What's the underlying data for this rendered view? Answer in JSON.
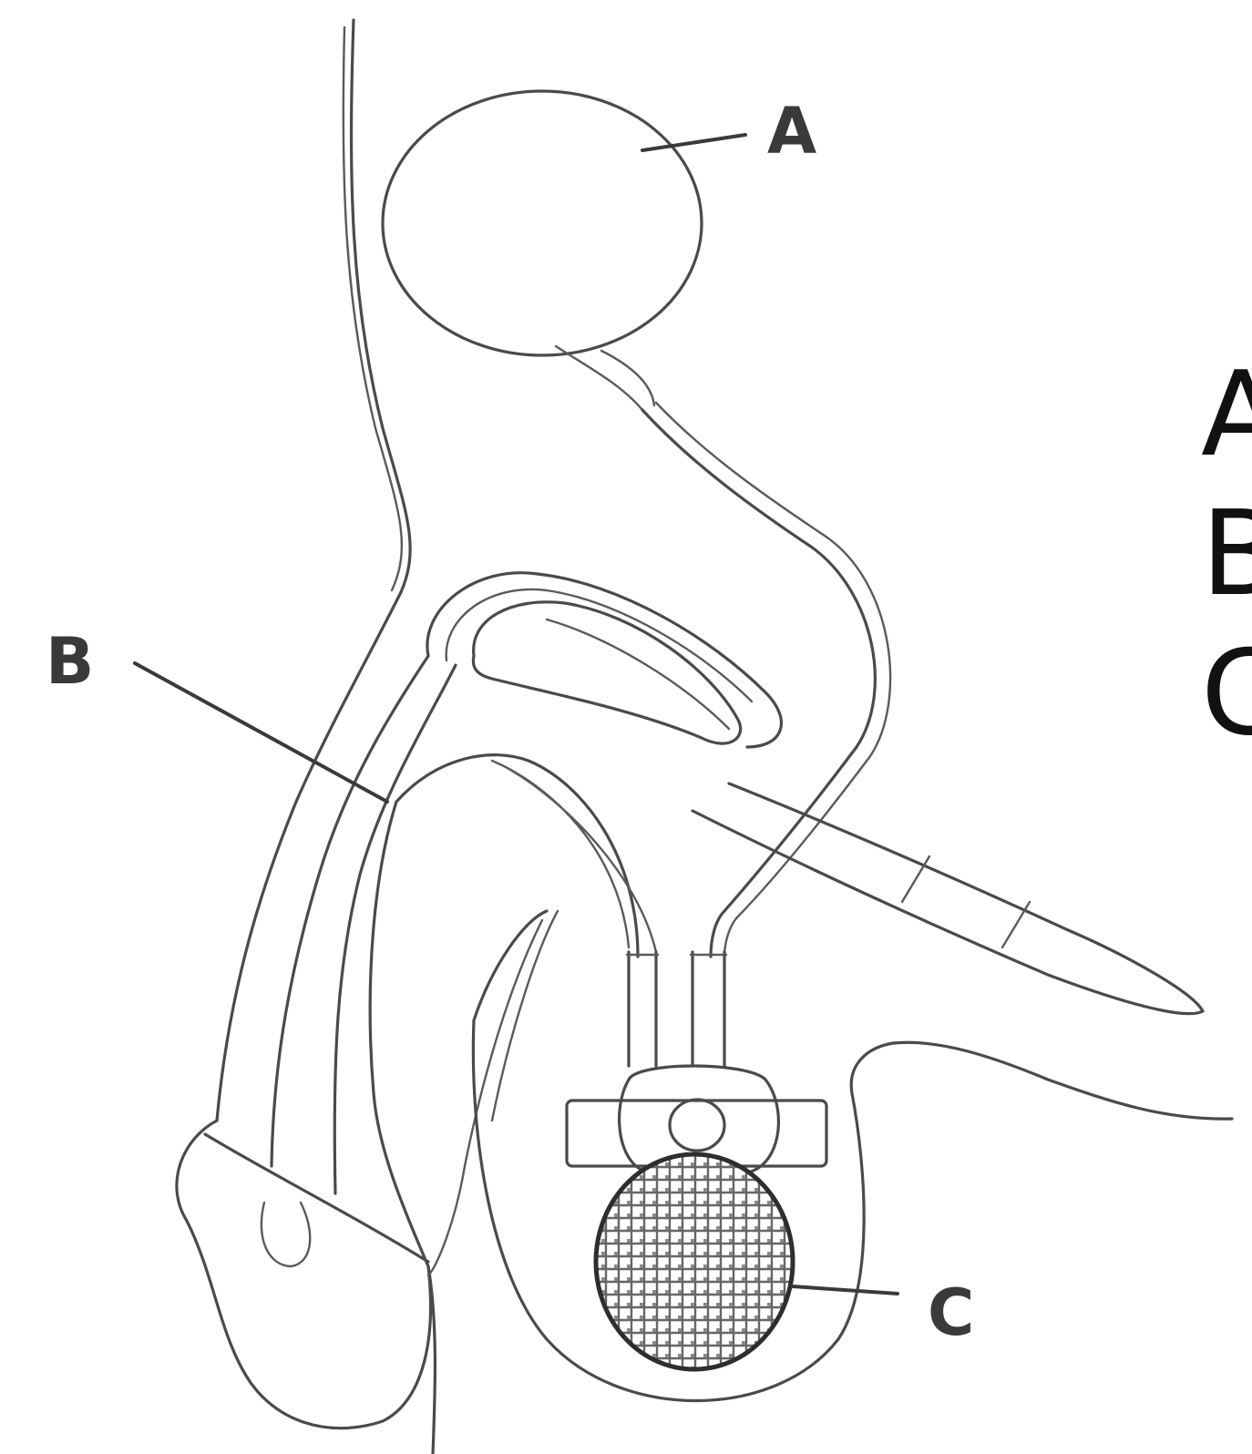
{
  "labels": {
    "a": "A",
    "b": "B",
    "c": "C"
  },
  "legend_fragments": {
    "a": "A",
    "b": "B",
    "c": "C"
  },
  "colors": {
    "line": "#4a4a4a",
    "label": "#3a3a3a",
    "background": "#ffffff"
  }
}
